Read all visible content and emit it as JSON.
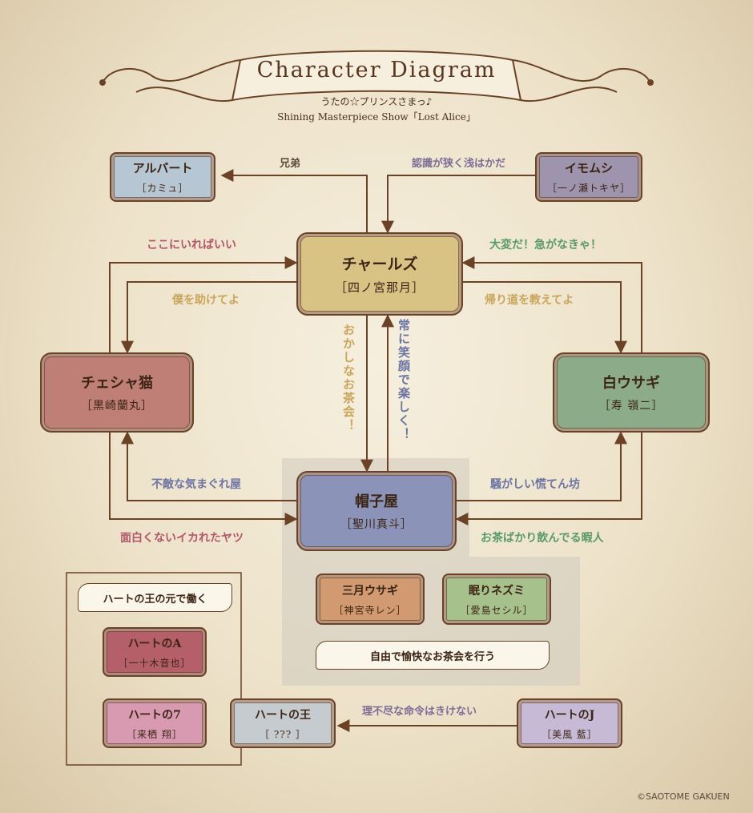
{
  "header": {
    "title": "Character Diagram",
    "subtitle_line1": "うたの☆プリンスさまっ♪",
    "subtitle_line2": "Shining Masterpiece Show「Lost Alice」"
  },
  "characters": {
    "albert": {
      "role": "アルバート",
      "cast": "［カミュ］",
      "color": "#b6c6d2"
    },
    "imomushi": {
      "role": "イモムシ",
      "cast": "［一ノ瀬トキヤ］",
      "color": "#9f94ae"
    },
    "charles": {
      "role": "チャールズ",
      "cast": "［四ノ宮那月］",
      "color": "#d8c284"
    },
    "cheshire": {
      "role": "チェシャ猫",
      "cast": "［黒崎蘭丸］",
      "color": "#bf7f77"
    },
    "white_rabbit": {
      "role": "白ウサギ",
      "cast": "［寿 嶺二］",
      "color": "#8cab88"
    },
    "hatter": {
      "role": "帽子屋",
      "cast": "［聖川真斗］",
      "color": "#8b93b9"
    },
    "march_hare": {
      "role": "三月ウサギ",
      "cast": "［神宮寺レン］",
      "color": "#d29a70"
    },
    "dormouse": {
      "role": "眠りネズミ",
      "cast": "［愛島セシル］",
      "color": "#a7c18d"
    },
    "heart_a": {
      "role": "ハートのA",
      "cast": "［一十木音也］",
      "color": "#b55f6a"
    },
    "heart_7": {
      "role": "ハートの7",
      "cast": "［来栖 翔］",
      "color": "#d79ab0"
    },
    "heart_king": {
      "role": "ハートの王",
      "cast": "［ ??? ］",
      "color": "#c6cbcf"
    },
    "heart_j": {
      "role": "ハートのJ",
      "cast": "［美風 藍］",
      "color": "#c7bad6"
    }
  },
  "relations": {
    "albert_charles": "兄弟",
    "imomushi_charles": "認識が狭く浅はかだ",
    "cheshire_to_charles": "ここにいればいい",
    "charles_to_cheshire": "僕を助けてよ",
    "rabbit_to_charles": "大変だ！急がなきゃ！",
    "charles_to_rabbit": "帰り道を教えてよ",
    "charles_to_hatter": "おかしなお茶会！",
    "hatter_to_charles": "常に笑顔で楽しく！",
    "hatter_to_cheshire": "不敵な気まぐれ屋",
    "cheshire_to_hatter": "面白くないイカれたヤツ",
    "hatter_to_rabbit": "騒がしい慌てん坊",
    "rabbit_to_hatter": "お茶ばかり飲んでる暇人",
    "heartj_to_king": "理不尽な命令はきけない"
  },
  "scrolls": {
    "heart_group": "ハートの王の元で働く",
    "tea_party": "自由で愉快なお茶会を行う"
  },
  "copyright": "©SAOTOME GAKUEN"
}
